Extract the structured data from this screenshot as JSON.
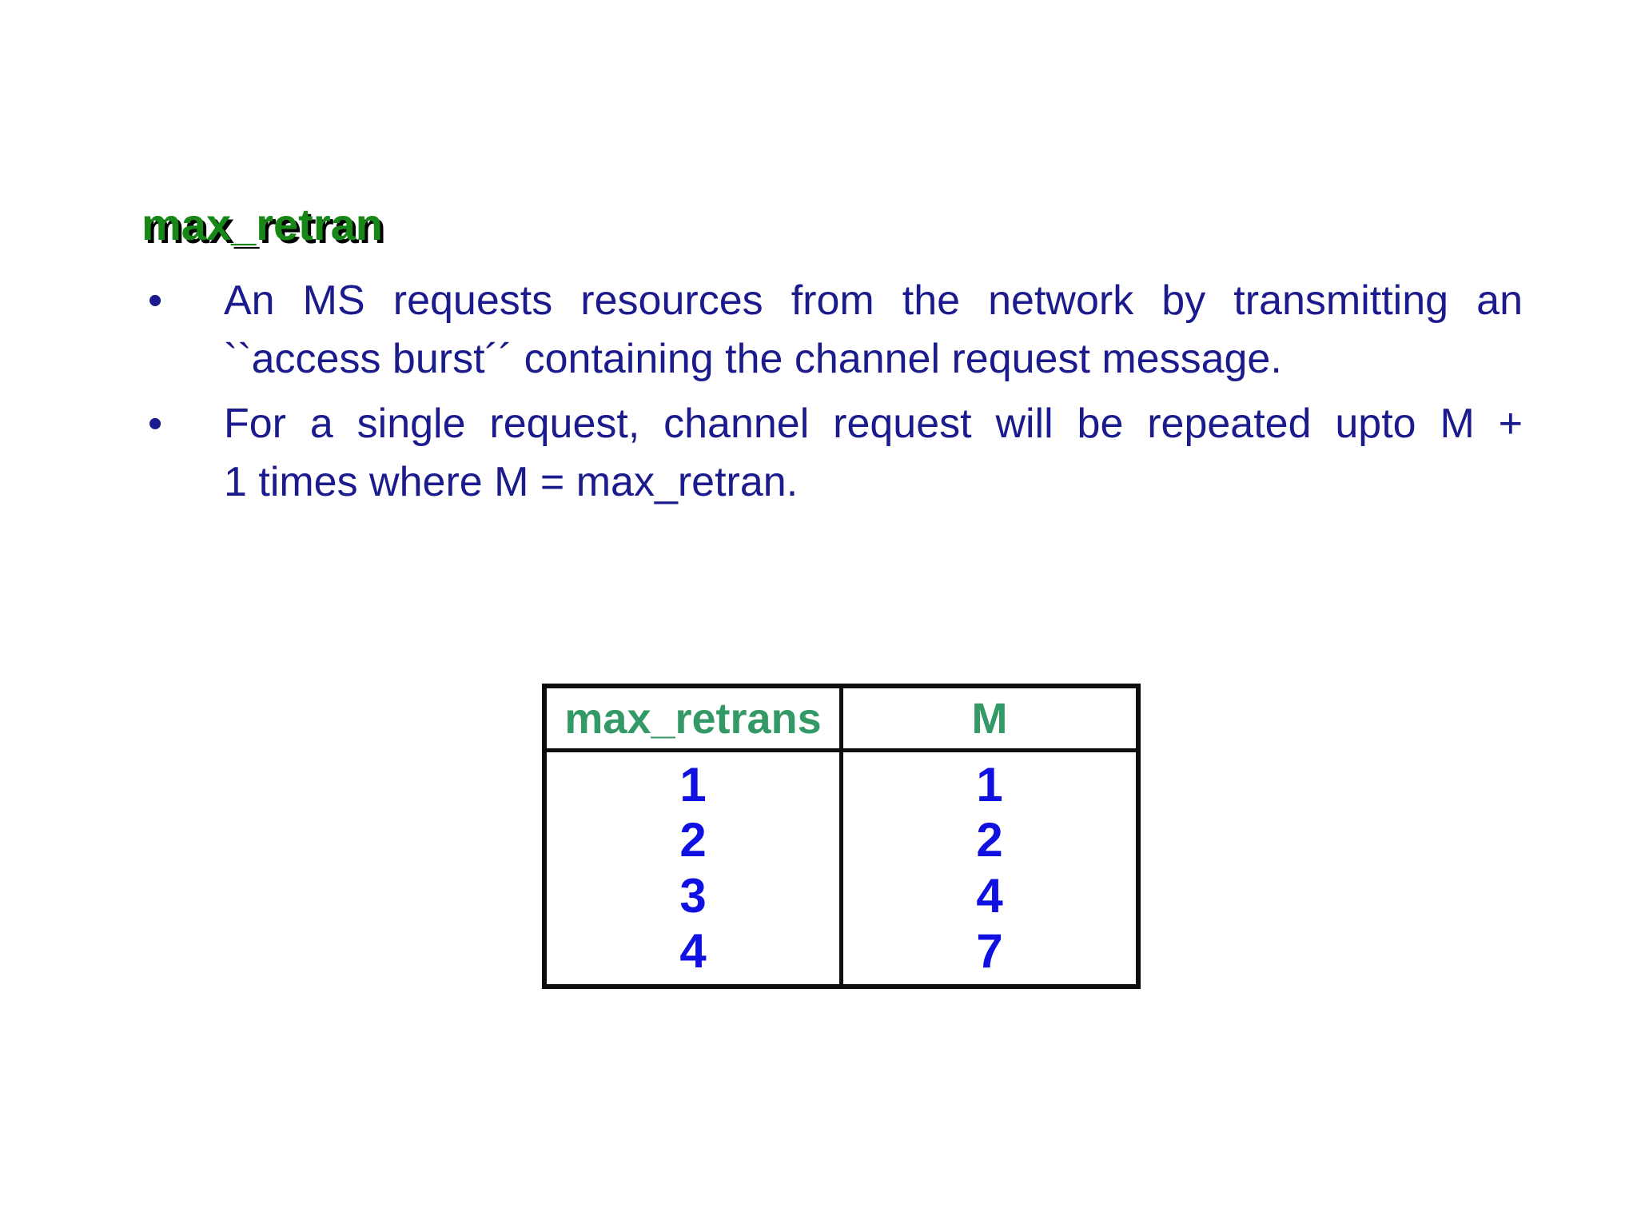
{
  "slide": {
    "title": "max_retran",
    "bullet_char": "•",
    "bullets": [
      {
        "lines": [
          "An MS requests resources from the network by transmitting an",
          "``access burst´´ containing the channel request message."
        ]
      },
      {
        "lines": [
          "For a single request, channel request will be repeated upto M +",
          "1 times where M = max_retran."
        ]
      }
    ],
    "table": {
      "headers": [
        "max_retrans",
        "M"
      ],
      "rows": [
        [
          "1",
          "1"
        ],
        [
          "2",
          "2"
        ],
        [
          "3",
          "4"
        ],
        [
          "4",
          "7"
        ]
      ]
    },
    "colors": {
      "title_green": "#178717",
      "title_shadow": "#000000",
      "table_header_green": "#339966",
      "value_blue": "#1010e0",
      "body_navy": "#1b1b8d",
      "table_border": "#0d0d0d",
      "background": "#ffffff"
    }
  }
}
